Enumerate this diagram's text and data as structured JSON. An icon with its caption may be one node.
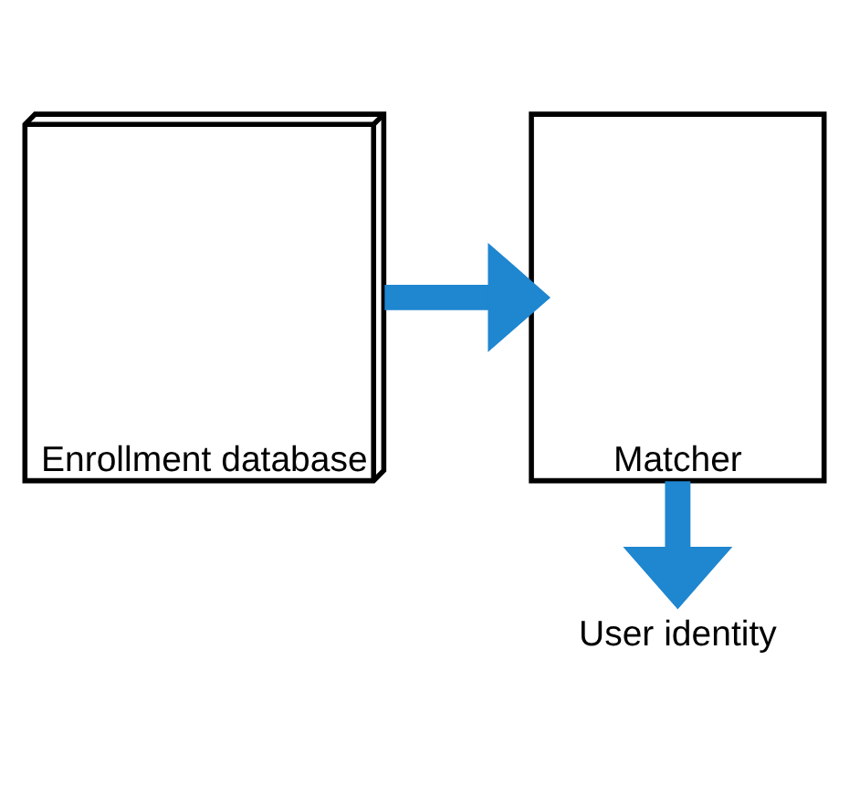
{
  "diagram": {
    "nodes": [
      {
        "text": [
          "Enrollment database"
        ]
      },
      {
        "text": [
          "Matcher"
        ]
      },
      {
        "text": [
          "User identity"
        ]
      }
    ],
    "edges": [
      {
        "from": 0,
        "to": 1,
        "arrow": "to"
      },
      {
        "from": 1,
        "to": 2,
        "arrow": "to"
      }
    ]
  }
}
